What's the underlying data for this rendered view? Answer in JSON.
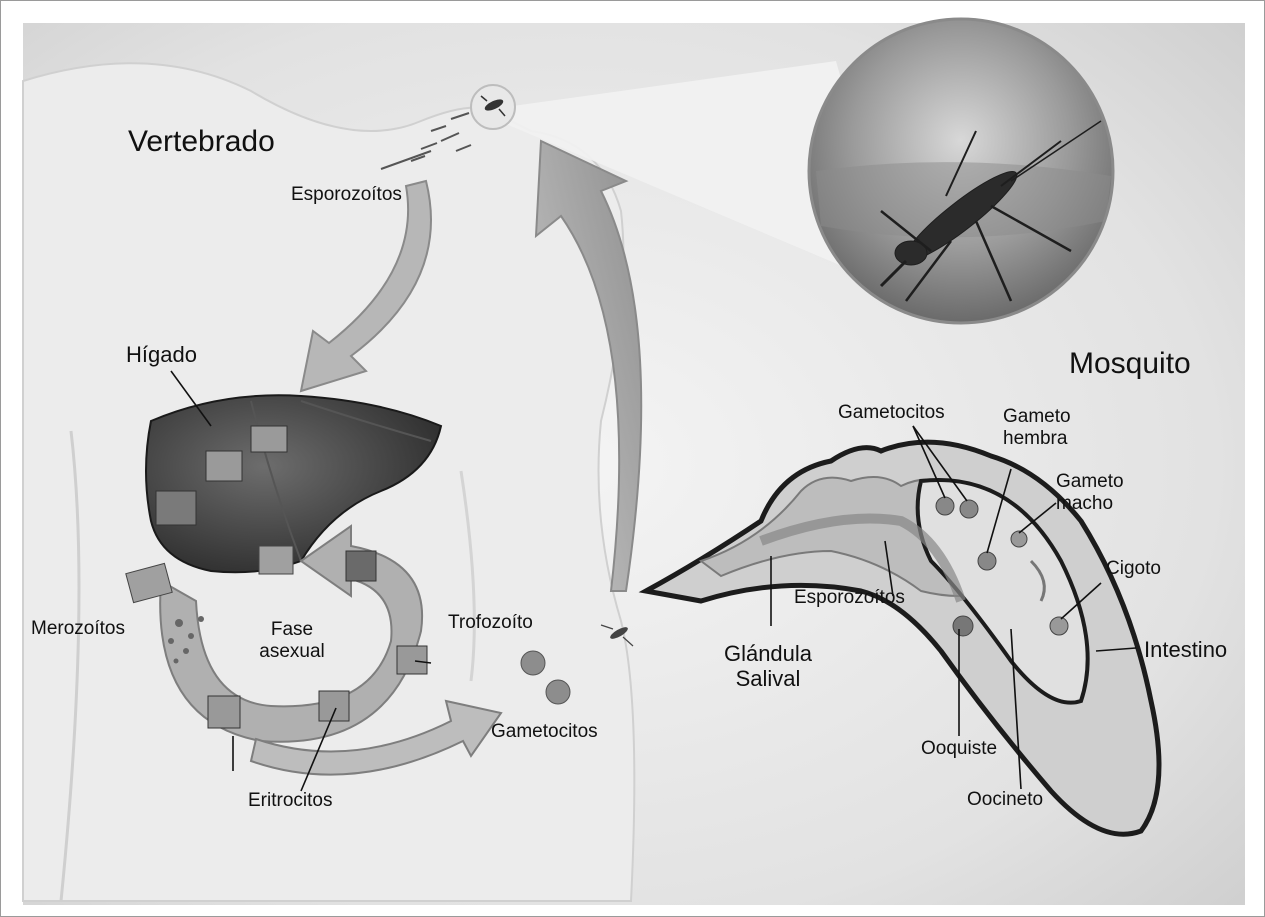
{
  "labels": {
    "vertebrado": "Vertebrado",
    "esporozoitos_top": "Esporozoítos",
    "higado": "Hígado",
    "merozoitos": "Merozoítos",
    "fase_line1": "Fase",
    "fase_line2": "asexual",
    "trofozoito": "Trofozoíto",
    "eritrocitos": "Eritrocitos",
    "gametocitos_left": "Gametocitos",
    "mosquito": "Mosquito",
    "gametocitos_right": "Gametocitos",
    "gameto_hembra_line1": "Gameto",
    "gameto_hembra_line2": "hembra",
    "gameto_macho_line1": "Gameto",
    "gameto_macho_line2": "macho",
    "cigoto": "Cigoto",
    "esporozoitos_mid": "Esporozoítos",
    "glandula_line1": "Glándula",
    "glandula_line2": "Salival",
    "intestino": "Intestino",
    "ooquiste": "Ooquiste",
    "oocineto": "Oocineto"
  }
}
